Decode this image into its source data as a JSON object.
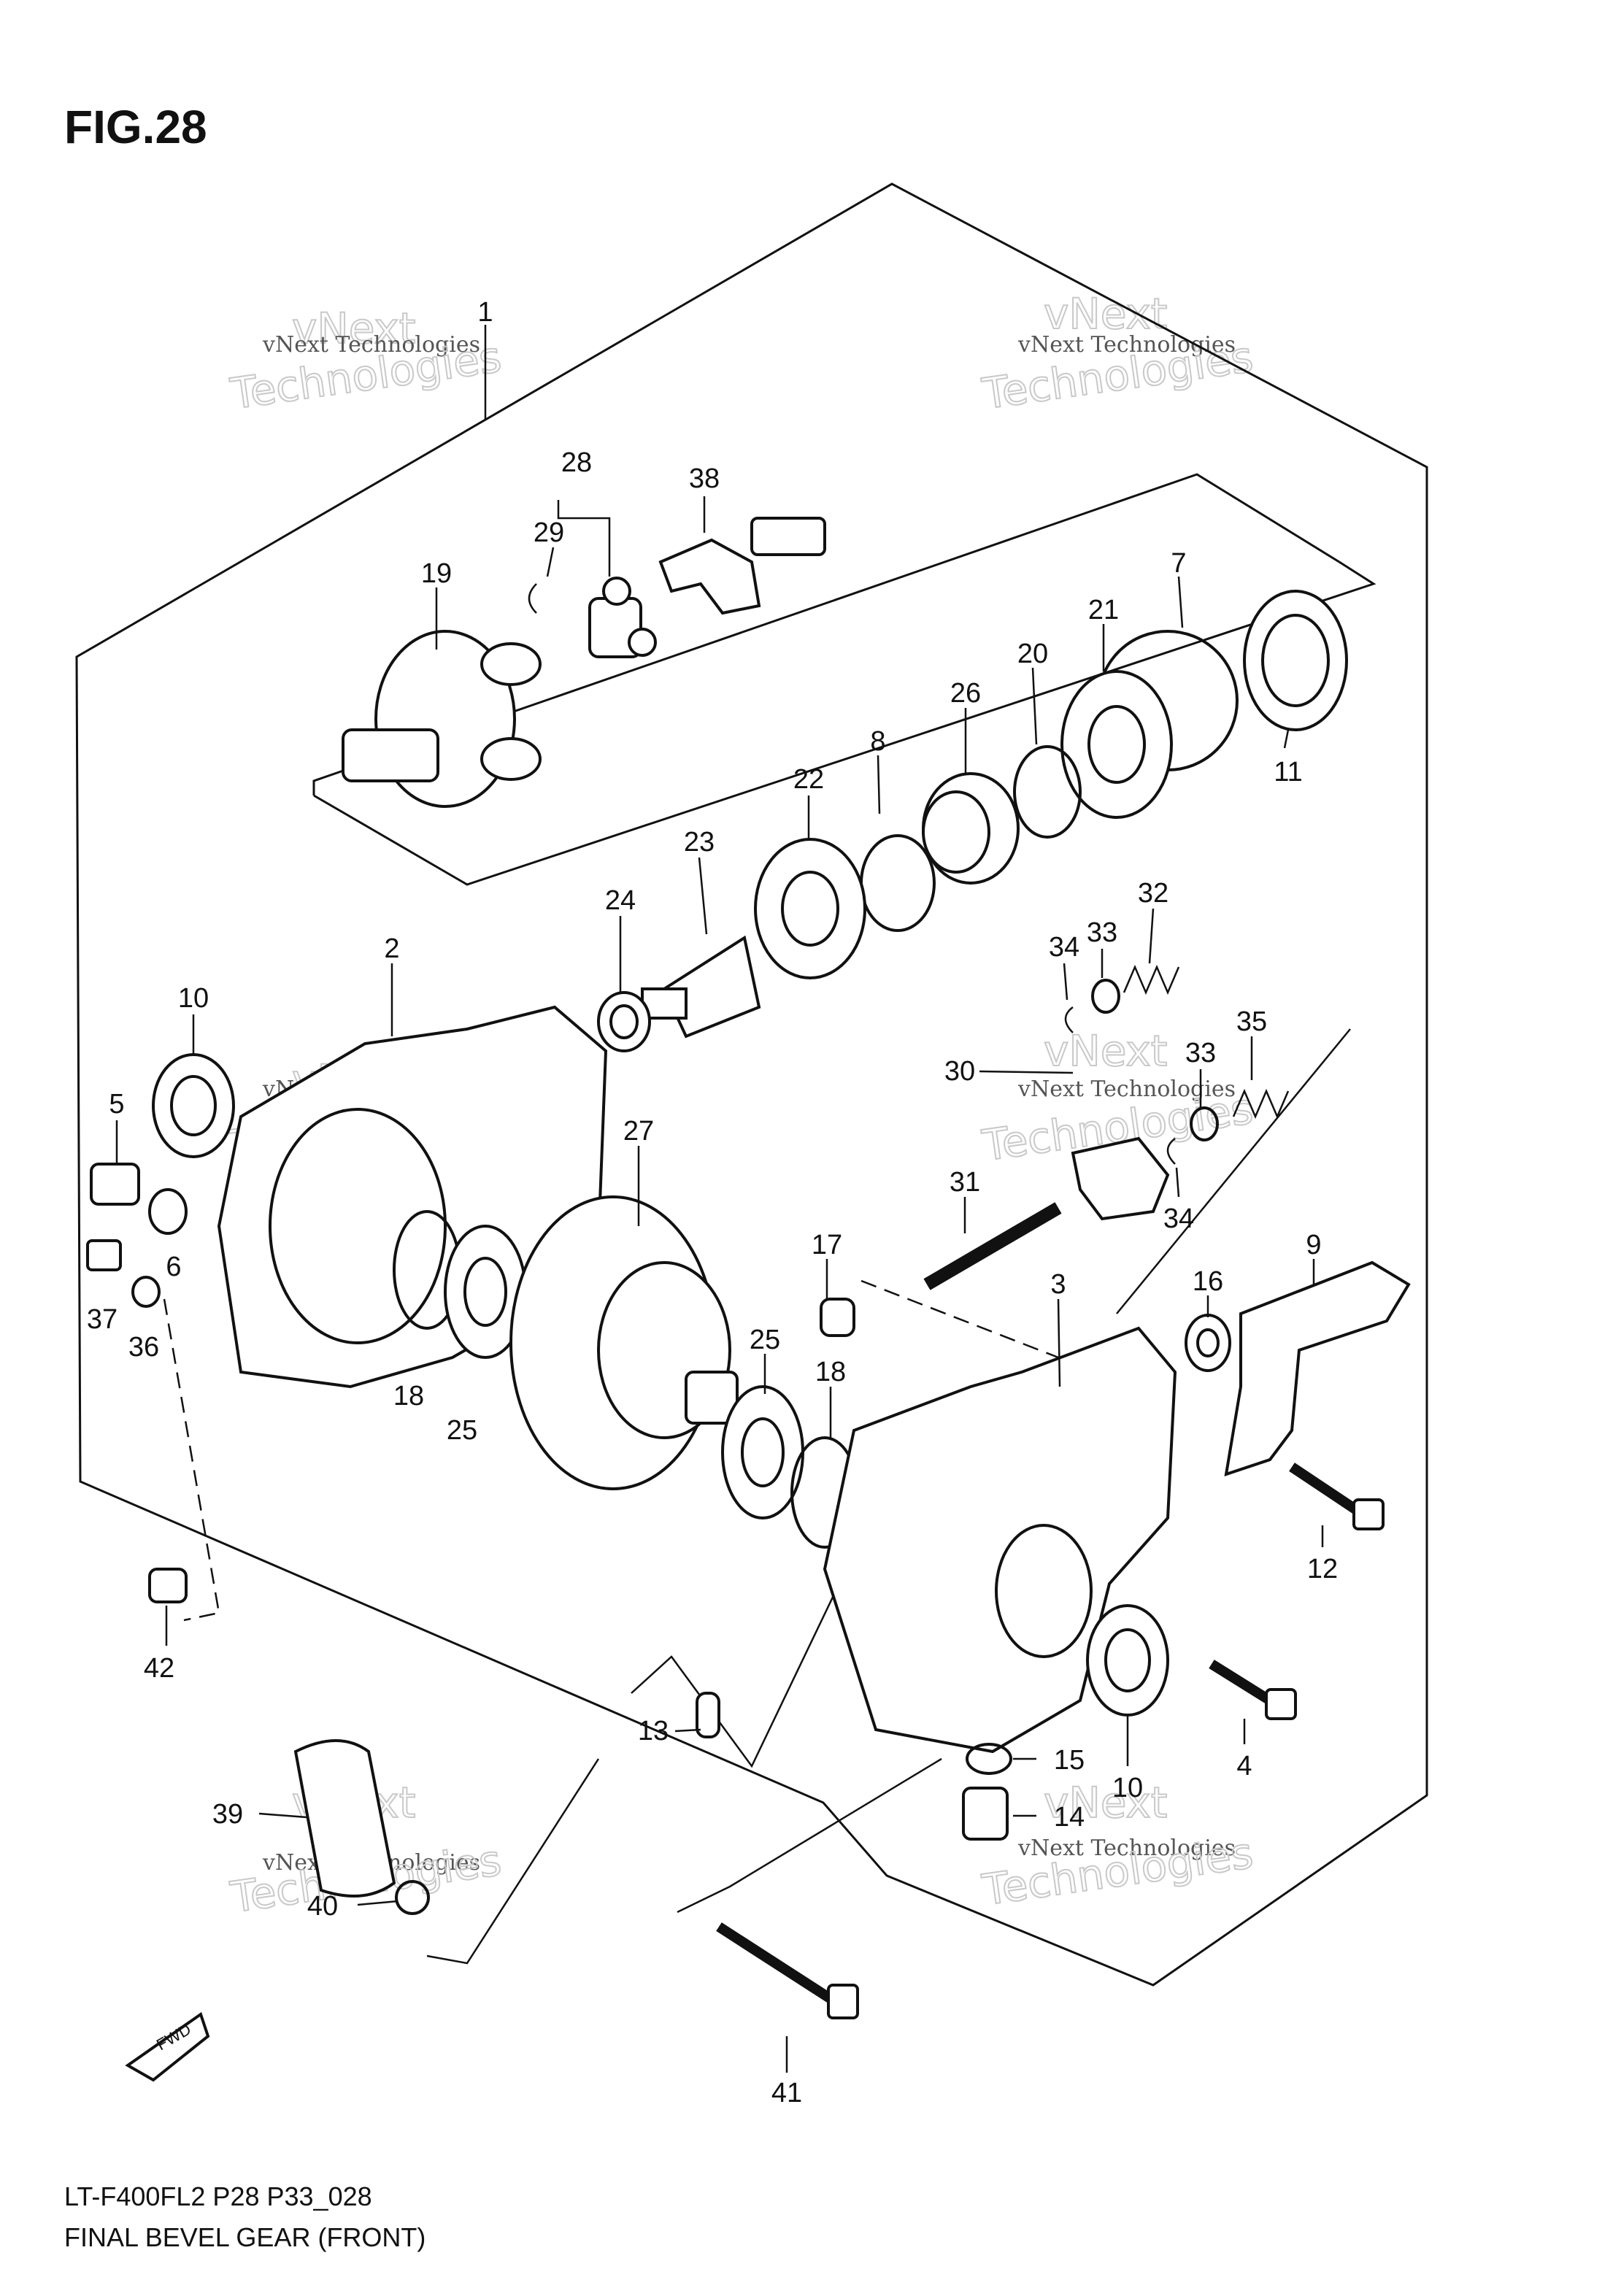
{
  "header": {
    "fig_label": "FIG.28"
  },
  "footer": {
    "line1": "LT-F400FL2 P28 P33_028",
    "line2": "FINAL BEVEL GEAR (FRONT)"
  },
  "fwd_label": "FWD",
  "watermark": {
    "line1": "vNext Technologies",
    "line2": "vNext",
    "line3": "Technologies"
  },
  "callouts": [
    {
      "num": "1"
    },
    {
      "num": "28"
    },
    {
      "num": "29"
    },
    {
      "num": "38"
    },
    {
      "num": "19"
    },
    {
      "num": "7"
    },
    {
      "num": "21"
    },
    {
      "num": "20"
    },
    {
      "num": "26"
    },
    {
      "num": "11"
    },
    {
      "num": "8"
    },
    {
      "num": "22"
    },
    {
      "num": "23"
    },
    {
      "num": "24"
    },
    {
      "num": "32"
    },
    {
      "num": "33"
    },
    {
      "num": "34"
    },
    {
      "num": "35"
    },
    {
      "num": "33"
    },
    {
      "num": "30"
    },
    {
      "num": "34"
    },
    {
      "num": "31"
    },
    {
      "num": "2"
    },
    {
      "num": "10"
    },
    {
      "num": "27"
    },
    {
      "num": "5"
    },
    {
      "num": "6"
    },
    {
      "num": "37"
    },
    {
      "num": "36"
    },
    {
      "num": "18"
    },
    {
      "num": "25"
    },
    {
      "num": "17"
    },
    {
      "num": "25"
    },
    {
      "num": "18"
    },
    {
      "num": "3"
    },
    {
      "num": "16"
    },
    {
      "num": "9"
    },
    {
      "num": "12"
    },
    {
      "num": "42"
    },
    {
      "num": "13"
    },
    {
      "num": "4"
    },
    {
      "num": "10"
    },
    {
      "num": "15"
    },
    {
      "num": "14"
    },
    {
      "num": "39"
    },
    {
      "num": "40"
    },
    {
      "num": "41"
    }
  ]
}
